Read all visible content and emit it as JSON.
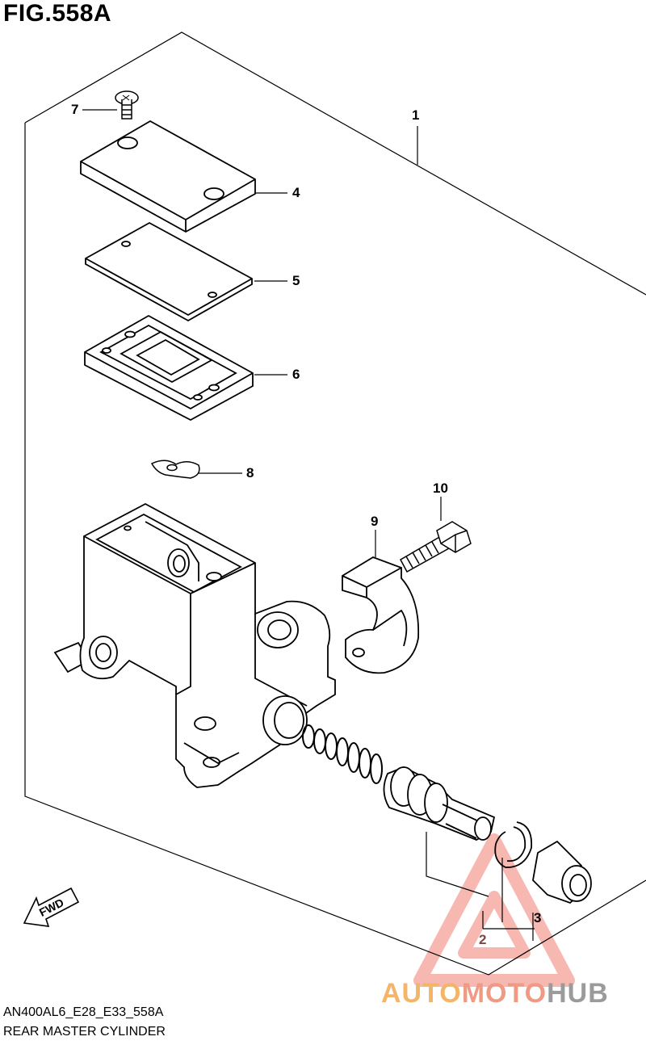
{
  "figure": {
    "title": "FIG.558A",
    "code": "AN400AL6_E28_E33_558A",
    "name": "REAR MASTER CYLINDER"
  },
  "callouts": [
    {
      "id": "1",
      "label": "1"
    },
    {
      "id": "2",
      "label": "2"
    },
    {
      "id": "3",
      "label": "3"
    },
    {
      "id": "4",
      "label": "4"
    },
    {
      "id": "5",
      "label": "5"
    },
    {
      "id": "6",
      "label": "6"
    },
    {
      "id": "7",
      "label": "7"
    },
    {
      "id": "8",
      "label": "8"
    },
    {
      "id": "9",
      "label": "9"
    },
    {
      "id": "10",
      "label": "10"
    }
  ],
  "direction_marker": {
    "text": "FWD",
    "icon": "forward-arrow-icon"
  },
  "watermark": {
    "part1": "AUTO",
    "part2": "MOTO",
    "part3": "HUB",
    "colors": {
      "auto": "#f4b56b",
      "moto": "#f09a84",
      "hub": "#9b9b9b",
      "triangle": "#f08a7a"
    }
  }
}
